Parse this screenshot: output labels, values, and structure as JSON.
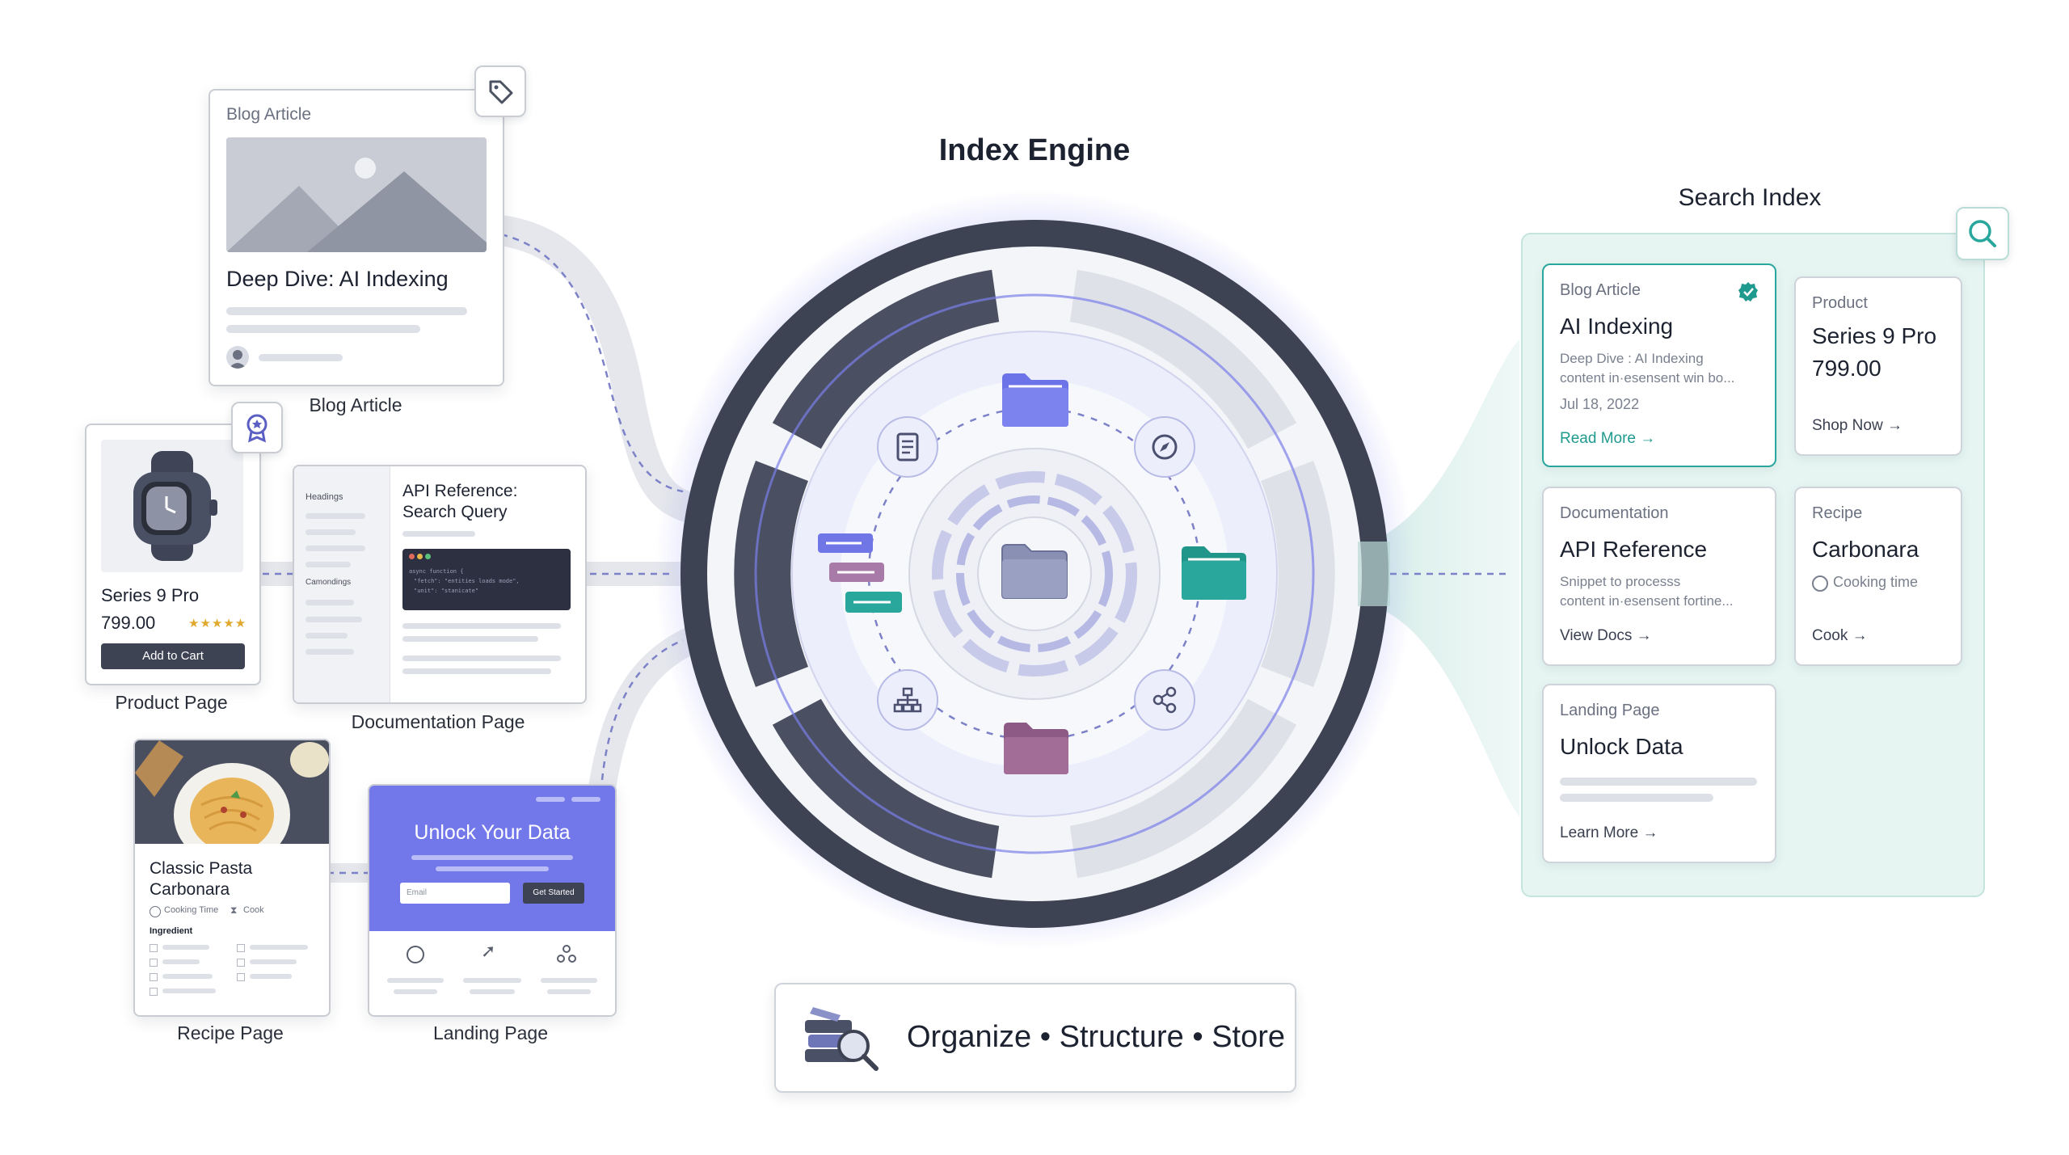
{
  "engine_title": "Index Engine",
  "index_title": "Search Index",
  "footer_text": "Organize • Structure • Store",
  "sources": {
    "blog": {
      "type": "Blog Article",
      "title": "Deep Dive: AI Indexing",
      "caption": "Blog Article"
    },
    "product": {
      "name": "Series 9 Pro",
      "price": "799.00",
      "button": "Add to Cart",
      "caption": "Product Page",
      "rating": "★★★★★"
    },
    "docs": {
      "title": "API Reference: Search Query",
      "sidebar_heading": "Headings",
      "sidebar_sub": "Camondings",
      "code_line1": "async function {",
      "code_line2": "\"fetch\": \"entities loads mode\",",
      "code_line3": "\"unit\": \"stanicate\"",
      "caption": "Documentation Page"
    },
    "recipe": {
      "title": "Classic Pasta Carbonara",
      "meta1": "Cooking Time",
      "meta2": "Cook",
      "ingredient": "Ingredient",
      "caption": "Recipe Page"
    },
    "landing": {
      "hero": "Unlock Your Data",
      "email_placeholder": "Email",
      "button": "Get Started",
      "caption": "Landing Page"
    }
  },
  "index_cards": [
    {
      "type": "Blog Article",
      "title": "AI Indexing",
      "desc1": "Deep Dive : AI Indexing",
      "desc2": "content in·esensent win bo...",
      "date": "Jul 18, 2022",
      "link": "Read More →"
    },
    {
      "type": "Product",
      "title": "Series 9 Pro",
      "price": "799.00",
      "link": "Shop Now →"
    },
    {
      "type": "Documentation",
      "title": "API Reference",
      "desc1": "Snippet to processs",
      "desc2": "content in·esensent fortine...",
      "link": "View Docs →"
    },
    {
      "type": "Recipe",
      "title": "Carbonara",
      "meta": "Cooking time",
      "link": "Cook →"
    },
    {
      "type": "Landing Page",
      "title": "Unlock Data",
      "link": "Learn More →"
    }
  ],
  "colors": {
    "accent": "#6f74e6",
    "teal": "#2aa79c",
    "dark_ring": "#3e4354",
    "index_panel": "#e6f5f2"
  },
  "icons": [
    "tag-icon",
    "badge-icon",
    "search-icon",
    "document-icon",
    "compass-icon",
    "share-icon",
    "hierarchy-icon",
    "folder-icon",
    "books-magnifier-icon",
    "check-circle-icon"
  ]
}
